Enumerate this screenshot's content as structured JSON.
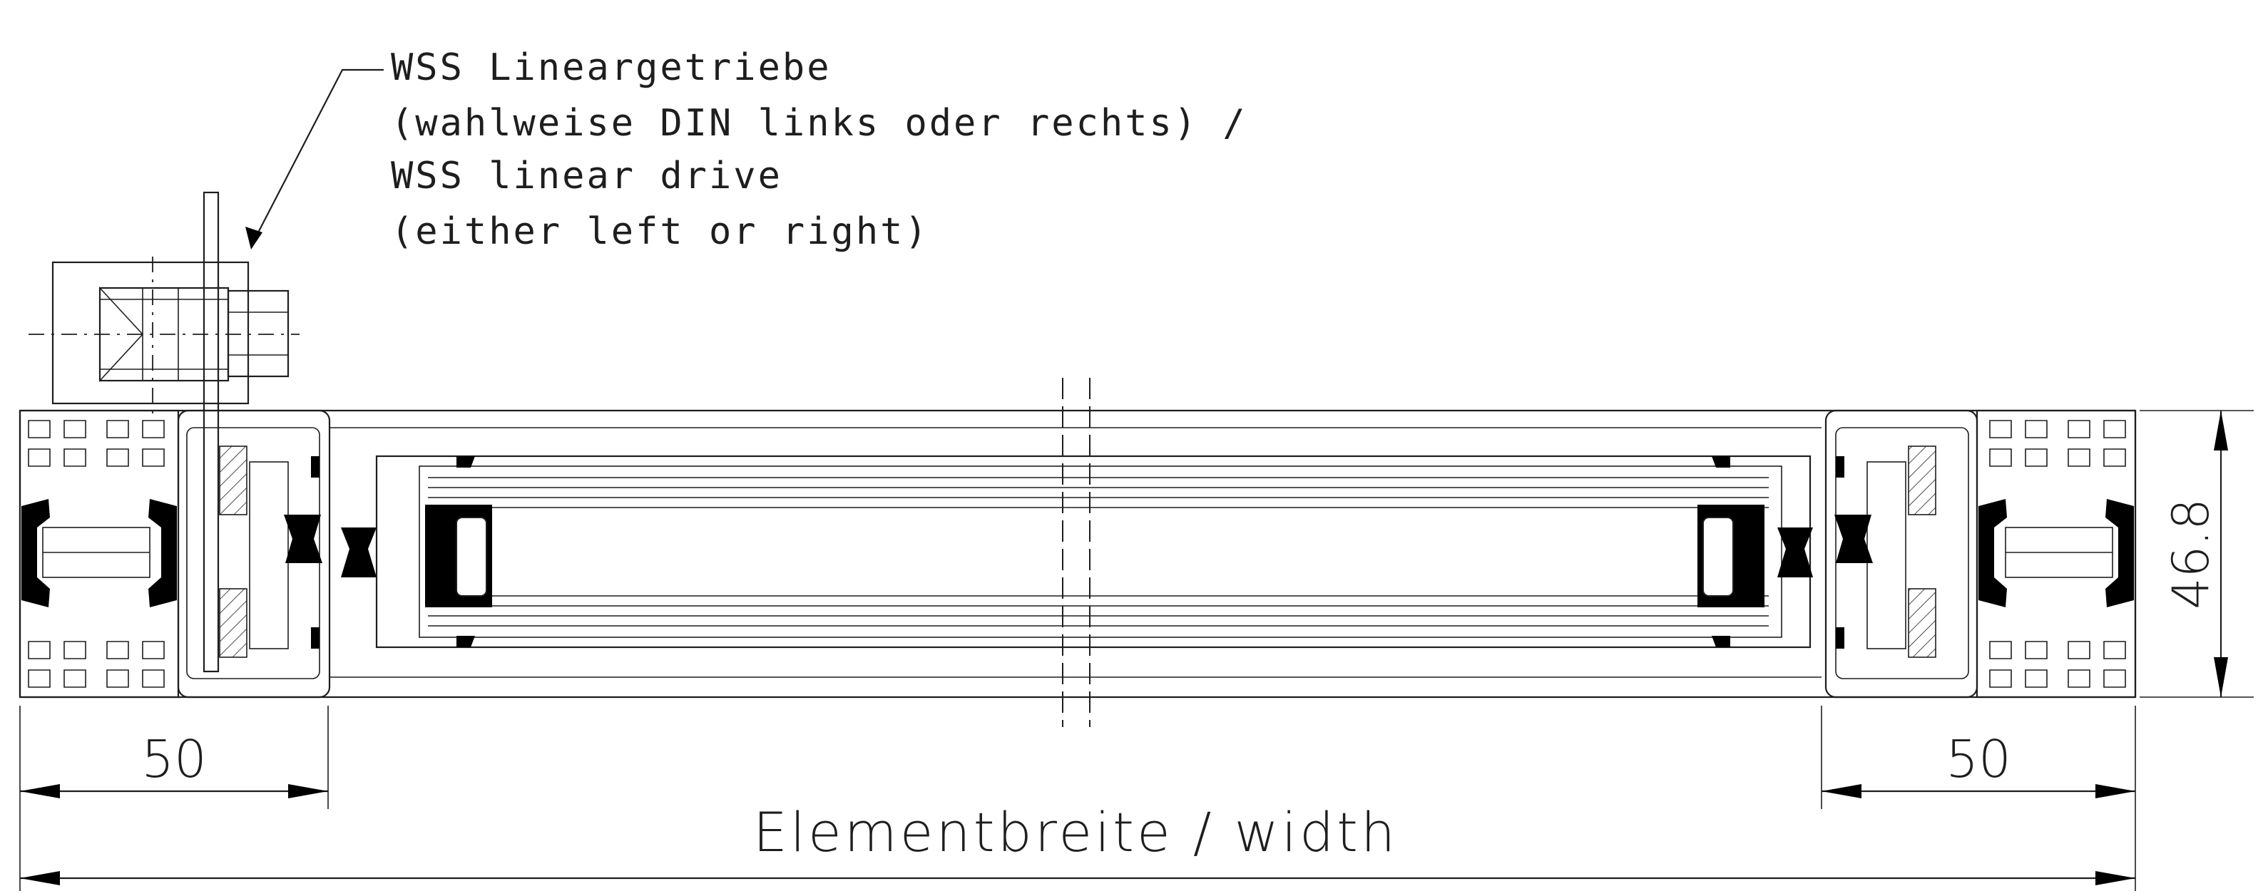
{
  "annotation": {
    "lines": [
      "WSS Lineargetriebe",
      "(wahlweise DIN links oder rechts) /",
      "WSS linear drive",
      "(either left or right)"
    ]
  },
  "dimensions": {
    "left_width": "50",
    "right_width": "50",
    "total_width": "Elementbreite / width",
    "height": "46.8"
  },
  "colors": {
    "line": "#1e1e1e",
    "fill_solid": "#000000",
    "background": "#ffffff"
  }
}
